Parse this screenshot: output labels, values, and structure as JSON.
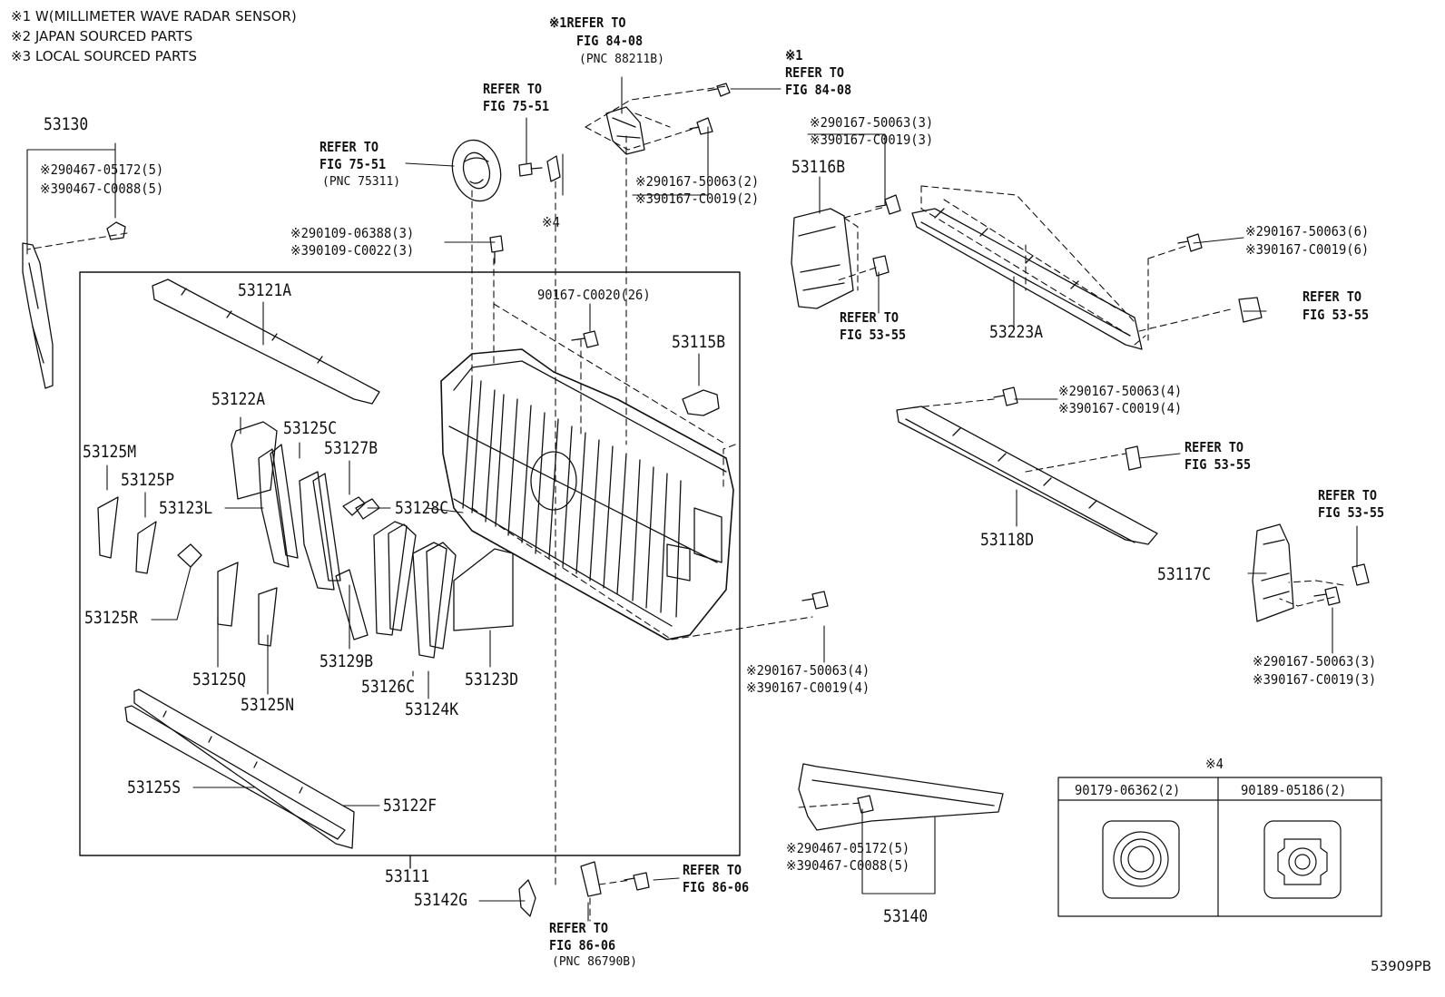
{
  "legend": [
    "※1 W(MILLIMETER WAVE RADAR SENSOR)",
    "※2 JAPAN SOURCED PARTS",
    "※3 LOCAL SOURCED PARTS"
  ],
  "refs": {
    "r1": {
      "l1": "※1REFER TO",
      "l2": "FIG 84-08",
      "pnc": "(PNC 88211B)"
    },
    "r2": {
      "l1": "※1",
      "l2": "REFER TO",
      "l3": "FIG 84-08"
    },
    "r3": {
      "l1": "REFER TO",
      "l2": "FIG 75-51"
    },
    "r4": {
      "l1": "REFER TO",
      "l2": "FIG 75-51",
      "pnc": "(PNC 75311)"
    },
    "r5": {
      "l1": "REFER TO",
      "l2": "FIG 53-55"
    },
    "r6": {
      "l1": "REFER TO",
      "l2": "FIG 53-55"
    },
    "r7": {
      "l1": "REFER TO",
      "l2": "FIG 53-55"
    },
    "r8": {
      "l1": "REFER TO",
      "l2": "FIG 53-55"
    },
    "r9": {
      "l1": "REFER TO",
      "l2": "FIG 86-06"
    },
    "r10": {
      "l1": "REFER TO",
      "l2": "FIG 86-06",
      "pnc": "(PNC 86790B)"
    }
  },
  "hw": {
    "h1a": "※290467-05172(5)",
    "h1b": "※390467-C0088(5)",
    "h2a": "※290167-50063(2)",
    "h2b": "※390167-C0019(2)",
    "h3a": "※290167-50063(3)",
    "h3b": "※390167-C0019(3)",
    "h4a": "※290109-06388(3)",
    "h4b": "※390109-C0022(3)",
    "h5": "90167-C0020(26)",
    "h6a": "※290167-50063(6)",
    "h6b": "※390167-C0019(6)",
    "h7a": "※290167-50063(4)",
    "h7b": "※390167-C0019(4)",
    "h8a": "※290167-50063(4)",
    "h8b": "※390167-C0019(4)",
    "h9a": "※290167-50063(3)",
    "h9b": "※390167-C0019(3)",
    "h10a": "※290467-05172(5)",
    "h10b": "※390467-C0088(5)"
  },
  "note4": "※4",
  "parts": {
    "p53130": "53130",
    "p53116B": "53116B",
    "p53223A": "53223A",
    "p53121A": "53121A",
    "p53115B": "53115B",
    "p53122A": "53122A",
    "p53125C": "53125C",
    "p53125M": "53125M",
    "p53127B": "53127B",
    "p53125P": "53125P",
    "p53123L": "53123L",
    "p53128C": "53128C",
    "p53125R": "53125R",
    "p53129B": "53129B",
    "p53123D": "53123D",
    "p53125Q": "53125Q",
    "p53126C": "53126C",
    "p53125N": "53125N",
    "p53124K": "53124K",
    "p53118D": "53118D",
    "p53117C": "53117C",
    "p53125S": "53125S",
    "p53122F": "53122F",
    "p53111": "53111",
    "p53142G": "53142G",
    "p53140": "53140"
  },
  "table": {
    "col1": "90179-06362(2)",
    "col2": "90189-05186(2)"
  },
  "diagram_id": "53909PB"
}
